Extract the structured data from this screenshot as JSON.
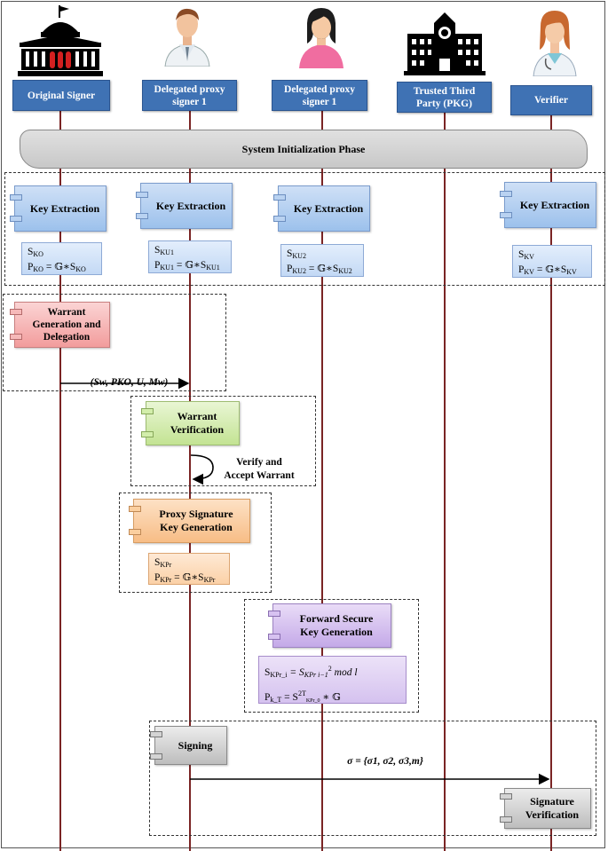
{
  "actors": [
    {
      "name": "Original Signer",
      "icon": "parliament-building-icon"
    },
    {
      "name": "Delegated proxy\nsigner 1",
      "icon": "male-doctor-icon"
    },
    {
      "name": "Delegated proxy\nsigner 1",
      "icon": "woman-avatar-icon"
    },
    {
      "name": "Trusted Third\nParty (PKG)",
      "icon": "clock-tower-building-icon"
    },
    {
      "name": "Verifier",
      "icon": "female-doctor-icon"
    }
  ],
  "phase_label": "System Initialization Phase",
  "key_extraction": {
    "label": "Key Extraction",
    "keys": [
      {
        "s_base": "S",
        "s_sub": "KO",
        "p_base": "P",
        "p_sub": "KO",
        "eq": " = 𝔾∗S",
        "eq_sub": "KO"
      },
      {
        "s_base": "S",
        "s_sub": "KU1",
        "p_base": "P",
        "p_sub": "KU1",
        "eq": " = 𝔾∗S",
        "eq_sub": "KU1"
      },
      {
        "s_base": "S",
        "s_sub": "KU2",
        "p_base": "P",
        "p_sub": "KU2",
        "eq": " = 𝔾∗S",
        "eq_sub": "KU2"
      },
      {
        "s_base": "S",
        "s_sub": "KV",
        "p_base": "P",
        "p_sub": "KV",
        "eq": " = 𝔾∗S",
        "eq_sub": "KV"
      }
    ]
  },
  "warrant": {
    "generation_label": "Warrant\nGeneration and\nDelegation",
    "message": "(Sw, PKO, U, Mw)",
    "verification_label": "Warrant\nVerification",
    "verify_note": "Verify and\nAccept Warrant"
  },
  "proxy": {
    "label": "Proxy Signature\nKey Generation",
    "s_base": "S",
    "s_sub": "KPr",
    "p_base": "P",
    "p_sub": "KPr",
    "eq": " = 𝔾∗S",
    "eq_sub": "KPr"
  },
  "forward": {
    "label": "Forward Secure\nKey Generation",
    "line1_base": "S",
    "line1_sub": "KPr_i",
    "line1_rest": " = S",
    "line1_rest_sub": "KPr i−1",
    "line1_sup": "2",
    "line1_tail": " mod l",
    "line2_base": "P",
    "line2_sub": "k_T",
    "line2_rest": " = S",
    "line2_sup": "2T",
    "line2_sub2": "KPr_0",
    "line2_tail": " ∗ 𝔾"
  },
  "signing": {
    "label": "Signing",
    "signature": "σ = {σ1, σ2, σ3,m}",
    "verification_label": "Signature\nVerification"
  }
}
